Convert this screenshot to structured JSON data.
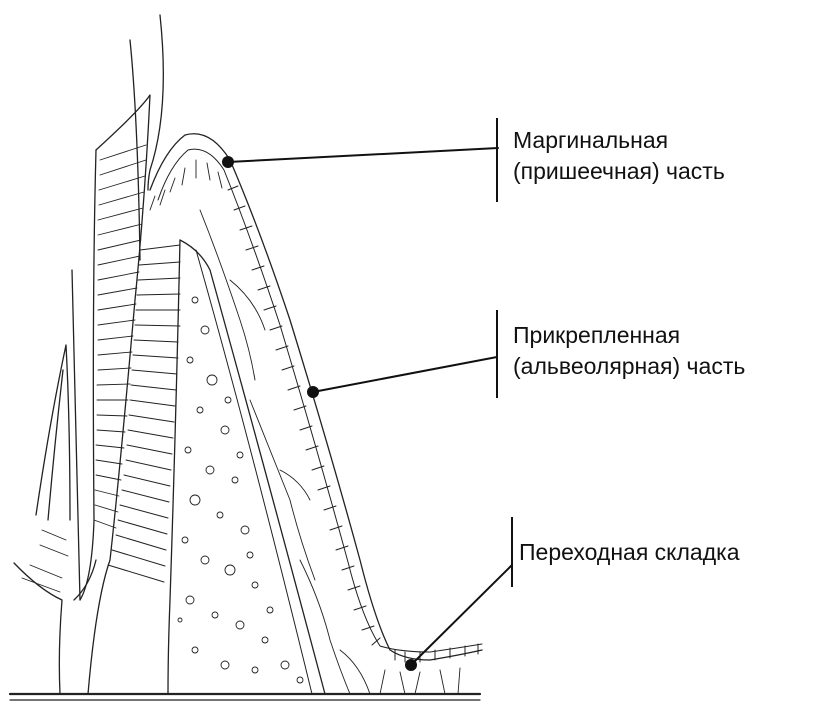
{
  "labels": {
    "marginal": {
      "line1": "Маргинальная",
      "line2": "(пришеечная) часть"
    },
    "attached": {
      "line1": "Прикрепленная",
      "line2": "(альвеолярная) часть"
    },
    "fold": {
      "line1": "Переходная складка"
    }
  },
  "colors": {
    "ink": "#111111",
    "paper": "#ffffff"
  }
}
